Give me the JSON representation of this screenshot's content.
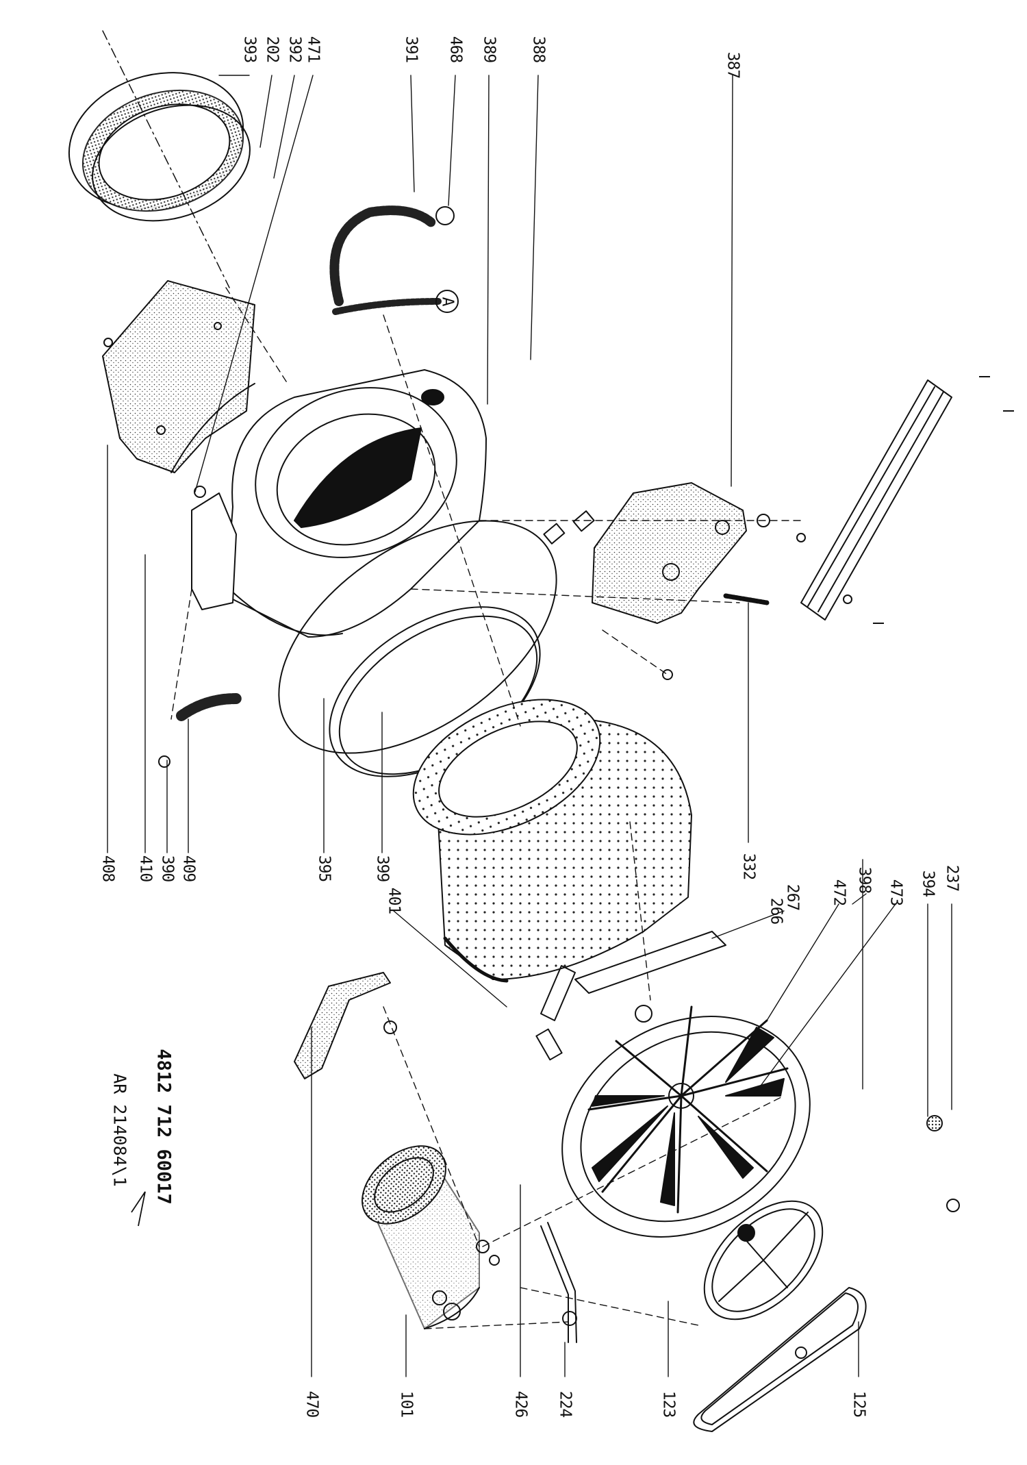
{
  "document": {
    "part_number": "4812 712 60017",
    "reference": "AR 214084\\1"
  },
  "callouts": {
    "c393": "393",
    "c202": "202",
    "c392": "392",
    "c471": "471",
    "c391": "391",
    "c468": "468",
    "c389": "389",
    "c388": "388",
    "c387": "387",
    "c332": "332",
    "c398": "398",
    "c237": "237",
    "c394": "394",
    "c472": "472",
    "c473": "473",
    "c267": "267",
    "c266": "266",
    "c401": "401",
    "c399": "399",
    "c395": "395",
    "c409": "409",
    "c390": "390",
    "c410": "410",
    "c408": "408",
    "c470": "470",
    "c101": "101",
    "c426": "426",
    "c224": "224",
    "c123": "123",
    "c125": "125"
  },
  "markers": {
    "circle_a": "A"
  }
}
